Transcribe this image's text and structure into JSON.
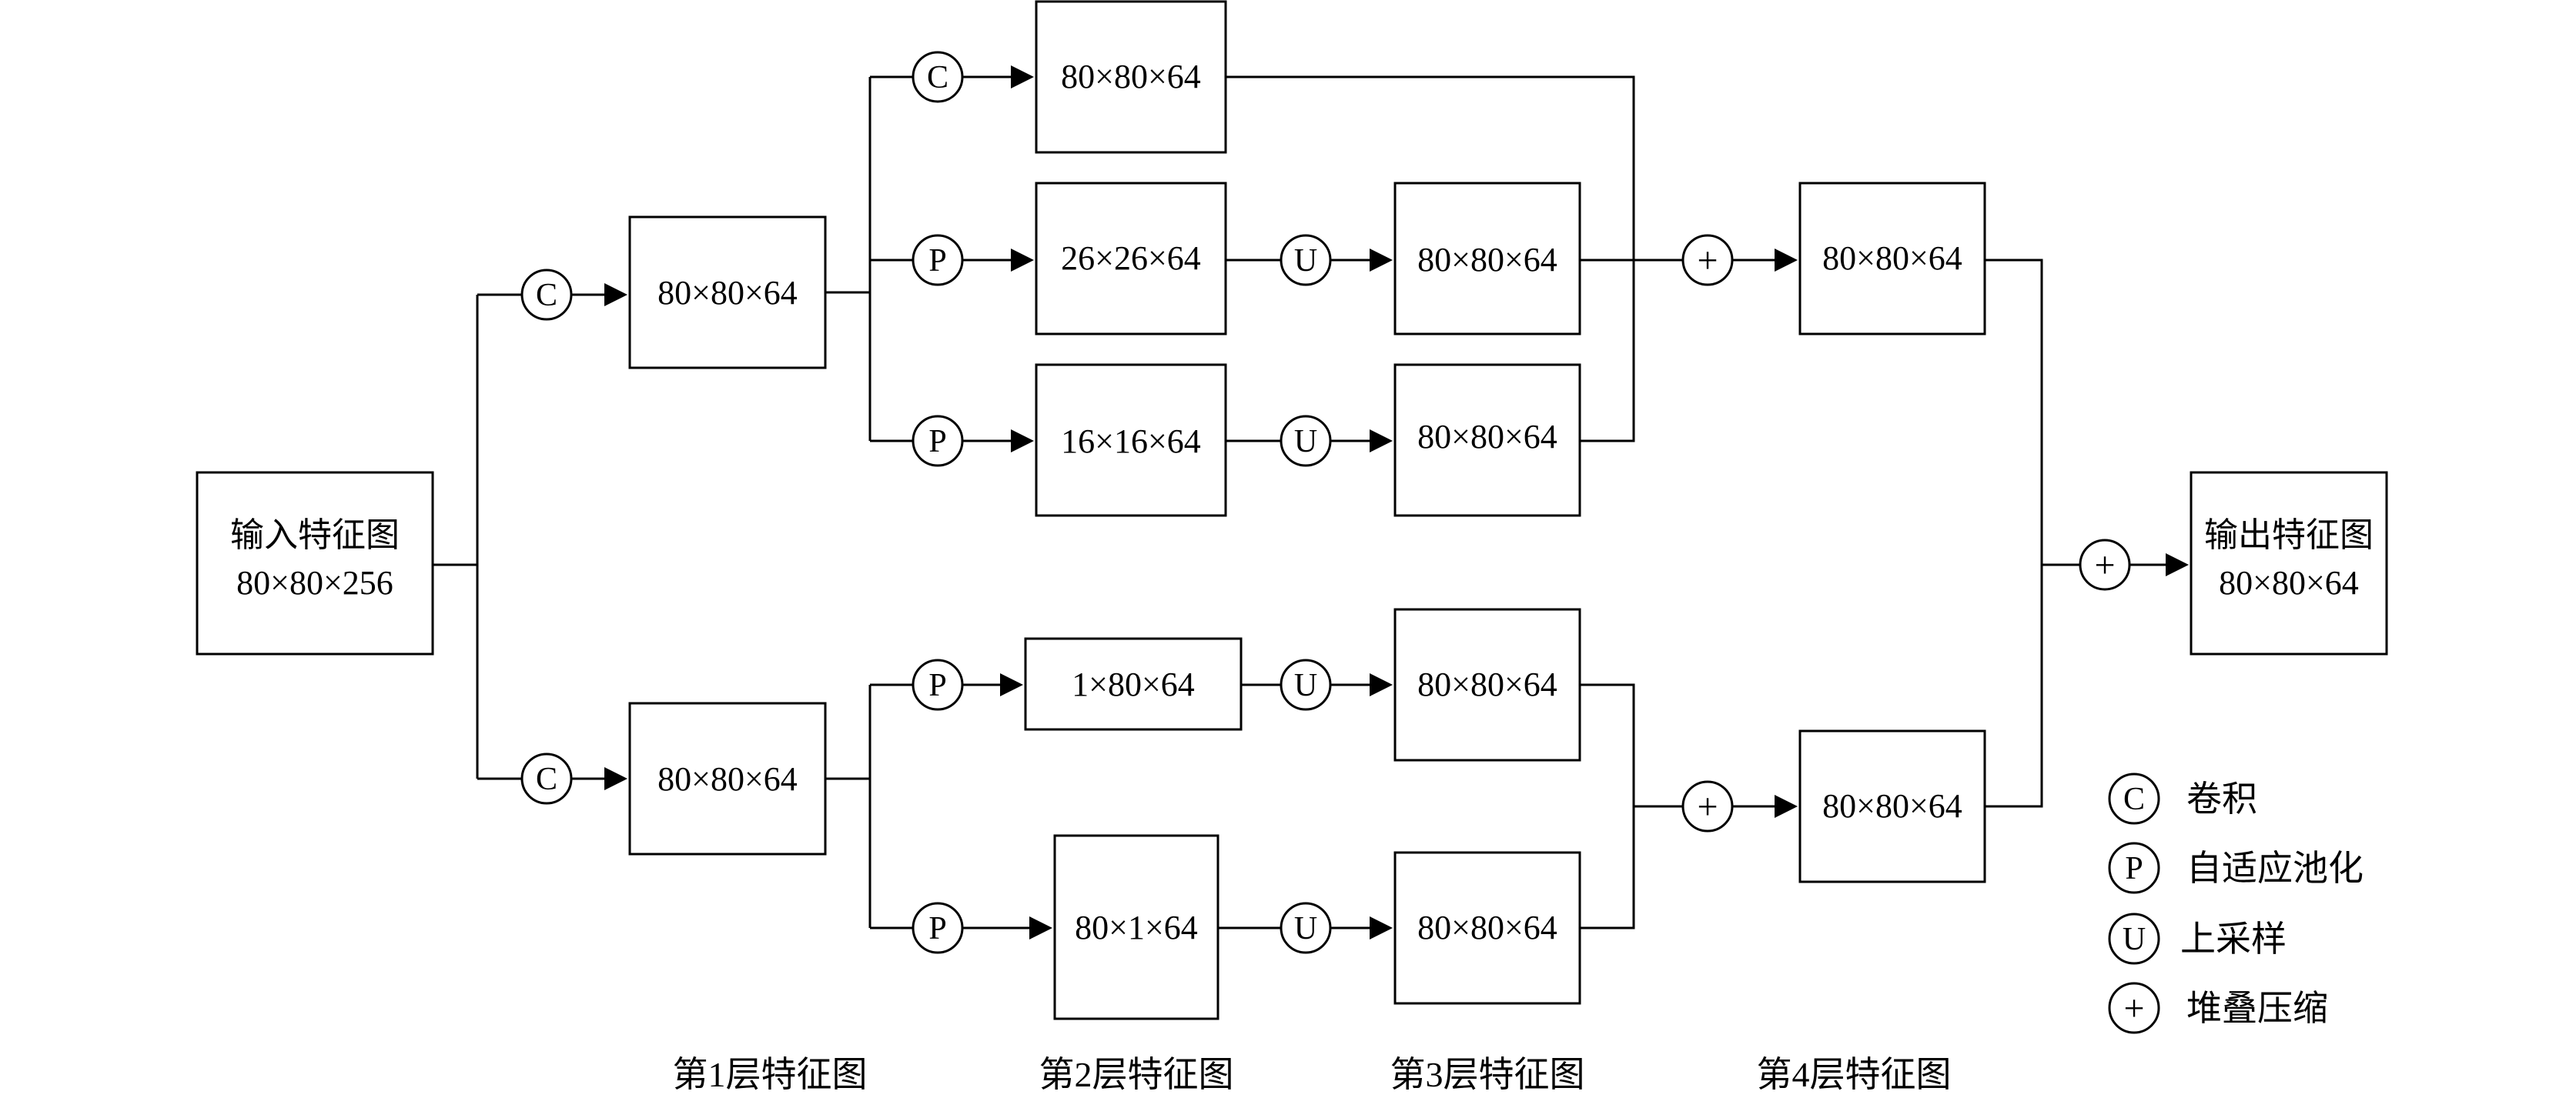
{
  "diagram": {
    "input": {
      "line1": "输入特征图",
      "line2": "80×80×256"
    },
    "output": {
      "line1": "输出特征图",
      "line2": "80×80×64"
    },
    "layer1": {
      "top": "80×80×64",
      "bottom": "80×80×64"
    },
    "layer2": {
      "b1": "80×80×64",
      "b2": "26×26×64",
      "b3": "16×16×64",
      "b4": "1×80×64",
      "b5": "80×1×64"
    },
    "layer3": {
      "b2": "80×80×64",
      "b3": "80×80×64",
      "b4": "80×80×64",
      "b5": "80×80×64"
    },
    "layer4": {
      "top": "80×80×64",
      "bottom": "80×80×64"
    },
    "ops": {
      "conv": "C",
      "pool": "P",
      "upsample": "U",
      "stack": "+"
    }
  },
  "layer_labels": [
    "第1层特征图",
    "第2层特征图",
    "第3层特征图",
    "第4层特征图"
  ],
  "legend": [
    {
      "symbol": "C",
      "label": "卷积"
    },
    {
      "symbol": "P",
      "label": "自适应池化"
    },
    {
      "symbol": "U",
      "label": "上采样"
    },
    {
      "symbol": "+",
      "label": "堆叠压缩"
    }
  ]
}
